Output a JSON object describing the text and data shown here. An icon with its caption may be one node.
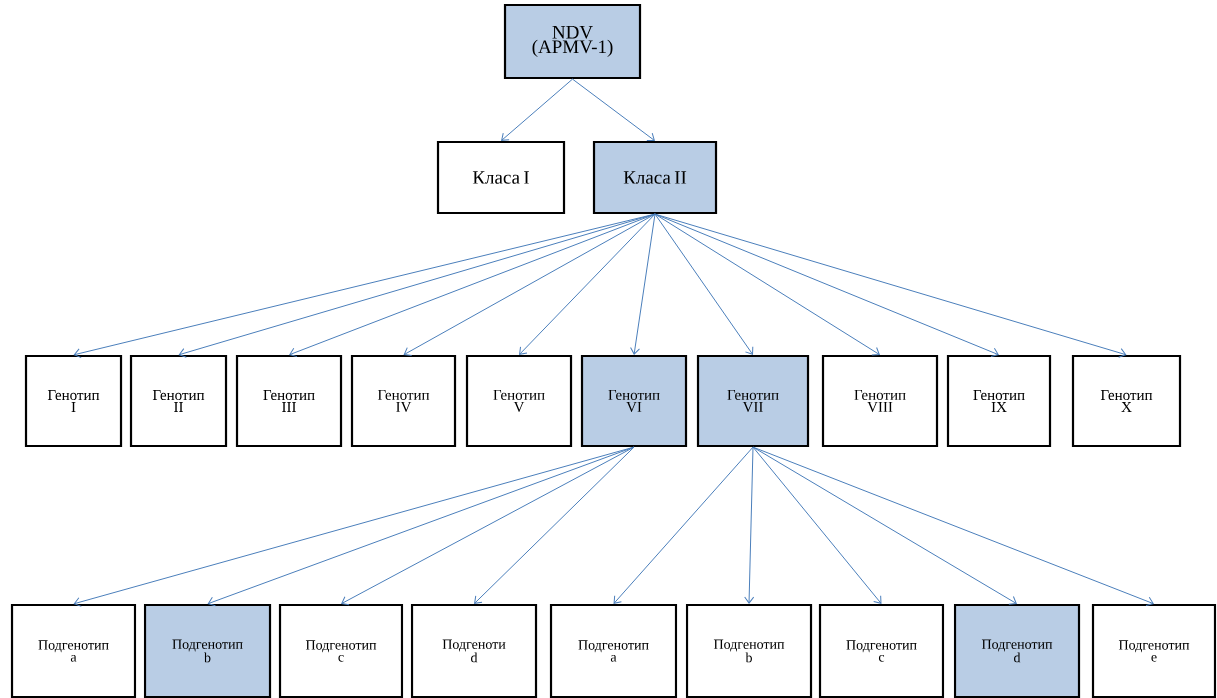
{
  "diagram": {
    "nodes": [
      {
        "text": [
          "NDV (APMV-1)"
        ]
      },
      {
        "text": [
          "Класа I"
        ]
      },
      {
        "text": [
          "Класа II"
        ]
      },
      {
        "text": [
          "Генотип I"
        ]
      },
      {
        "text": [
          "Генотип II"
        ]
      },
      {
        "text": [
          "Генотип III"
        ]
      },
      {
        "text": [
          "Генотип IV"
        ]
      },
      {
        "text": [
          "Генотип V"
        ]
      },
      {
        "text": [
          "Генотип VI"
        ]
      },
      {
        "text": [
          "Генотип VII"
        ]
      },
      {
        "text": [
          "Генотип VIII"
        ]
      },
      {
        "text": [
          "Генотип IX"
        ]
      },
      {
        "text": [
          "Генотип X"
        ]
      },
      {
        "text": [
          "Подгенотип a"
        ]
      },
      {
        "text": [
          "Подгенотип b"
        ]
      },
      {
        "text": [
          "Подгенотип c"
        ]
      },
      {
        "text": [
          "Подгеноти d"
        ]
      },
      {
        "text": [
          "Подгенотип a"
        ]
      },
      {
        "text": [
          "Подгенотип b"
        ]
      },
      {
        "text": [
          "Подгенотип c"
        ]
      },
      {
        "text": [
          "Подгенотип d"
        ]
      },
      {
        "text": [
          "Подгенотип e"
        ]
      }
    ],
    "edges": [
      {
        "from": 0,
        "to": 1,
        "arrow": "to"
      },
      {
        "from": 0,
        "to": 2,
        "arrow": "to"
      },
      {
        "from": 2,
        "to": 3,
        "arrow": "to"
      },
      {
        "from": 2,
        "to": 4,
        "arrow": "to"
      },
      {
        "from": 2,
        "to": 5,
        "arrow": "to"
      },
      {
        "from": 2,
        "to": 6,
        "arrow": "to"
      },
      {
        "from": 2,
        "to": 7,
        "arrow": "to"
      },
      {
        "from": 2,
        "to": 8,
        "arrow": "to"
      },
      {
        "from": 2,
        "to": 9,
        "arrow": "to"
      },
      {
        "from": 2,
        "to": 10,
        "arrow": "to"
      },
      {
        "from": 2,
        "to": 11,
        "arrow": "to"
      },
      {
        "from": 2,
        "to": 12,
        "arrow": "to"
      },
      {
        "from": 8,
        "to": 13,
        "arrow": "to"
      },
      {
        "from": 8,
        "to": 14,
        "arrow": "to"
      },
      {
        "from": 8,
        "to": 15,
        "arrow": "to"
      },
      {
        "from": 8,
        "to": 16,
        "arrow": "to"
      },
      {
        "from": 9,
        "to": 17,
        "arrow": "to"
      },
      {
        "from": 9,
        "to": 18,
        "arrow": "to"
      },
      {
        "from": 9,
        "to": 19,
        "arrow": "to"
      },
      {
        "from": 9,
        "to": 20,
        "arrow": "to"
      },
      {
        "from": 9,
        "to": 21,
        "arrow": "to"
      }
    ]
  }
}
